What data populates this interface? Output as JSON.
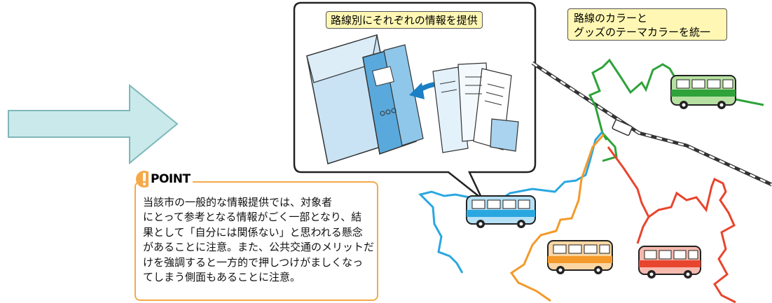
{
  "bubble": {
    "title": "路線別にそれぞれの情報を提供"
  },
  "caption": {
    "line1": "路線のカラーと",
    "line2": "グッズのテーマカラーを統一"
  },
  "point": {
    "label": "POINT",
    "lines": [
      "当該市の一般的な情報提供では、対象者",
      "にとって参考となる情報がごく一部となり、結",
      "果として「自分には関係ない」と思われる懸念",
      "があることに注意。また、公共交通のメリットだ",
      "けを強調すると一方的で押しつけがましくなっ",
      "てしまう側面もあることに注意。"
    ]
  },
  "colors": {
    "arrow_fill": "#c9e9ea",
    "arrow_stroke": "#7fb7ba",
    "point_orange": "#f5a94a",
    "caption_bg": "#fff7b3",
    "route_green": "#2fa23a",
    "route_blue": "#2aa7e0",
    "route_orange": "#f39a2a",
    "route_red": "#e8452e",
    "railway": "#333333"
  },
  "icons": {
    "bus_green": "bus-icon",
    "bus_blue": "bus-icon",
    "bus_orange": "bus-icon",
    "bus_red": "bus-icon",
    "brochure": "brochure-icon",
    "train": "train-icon"
  }
}
